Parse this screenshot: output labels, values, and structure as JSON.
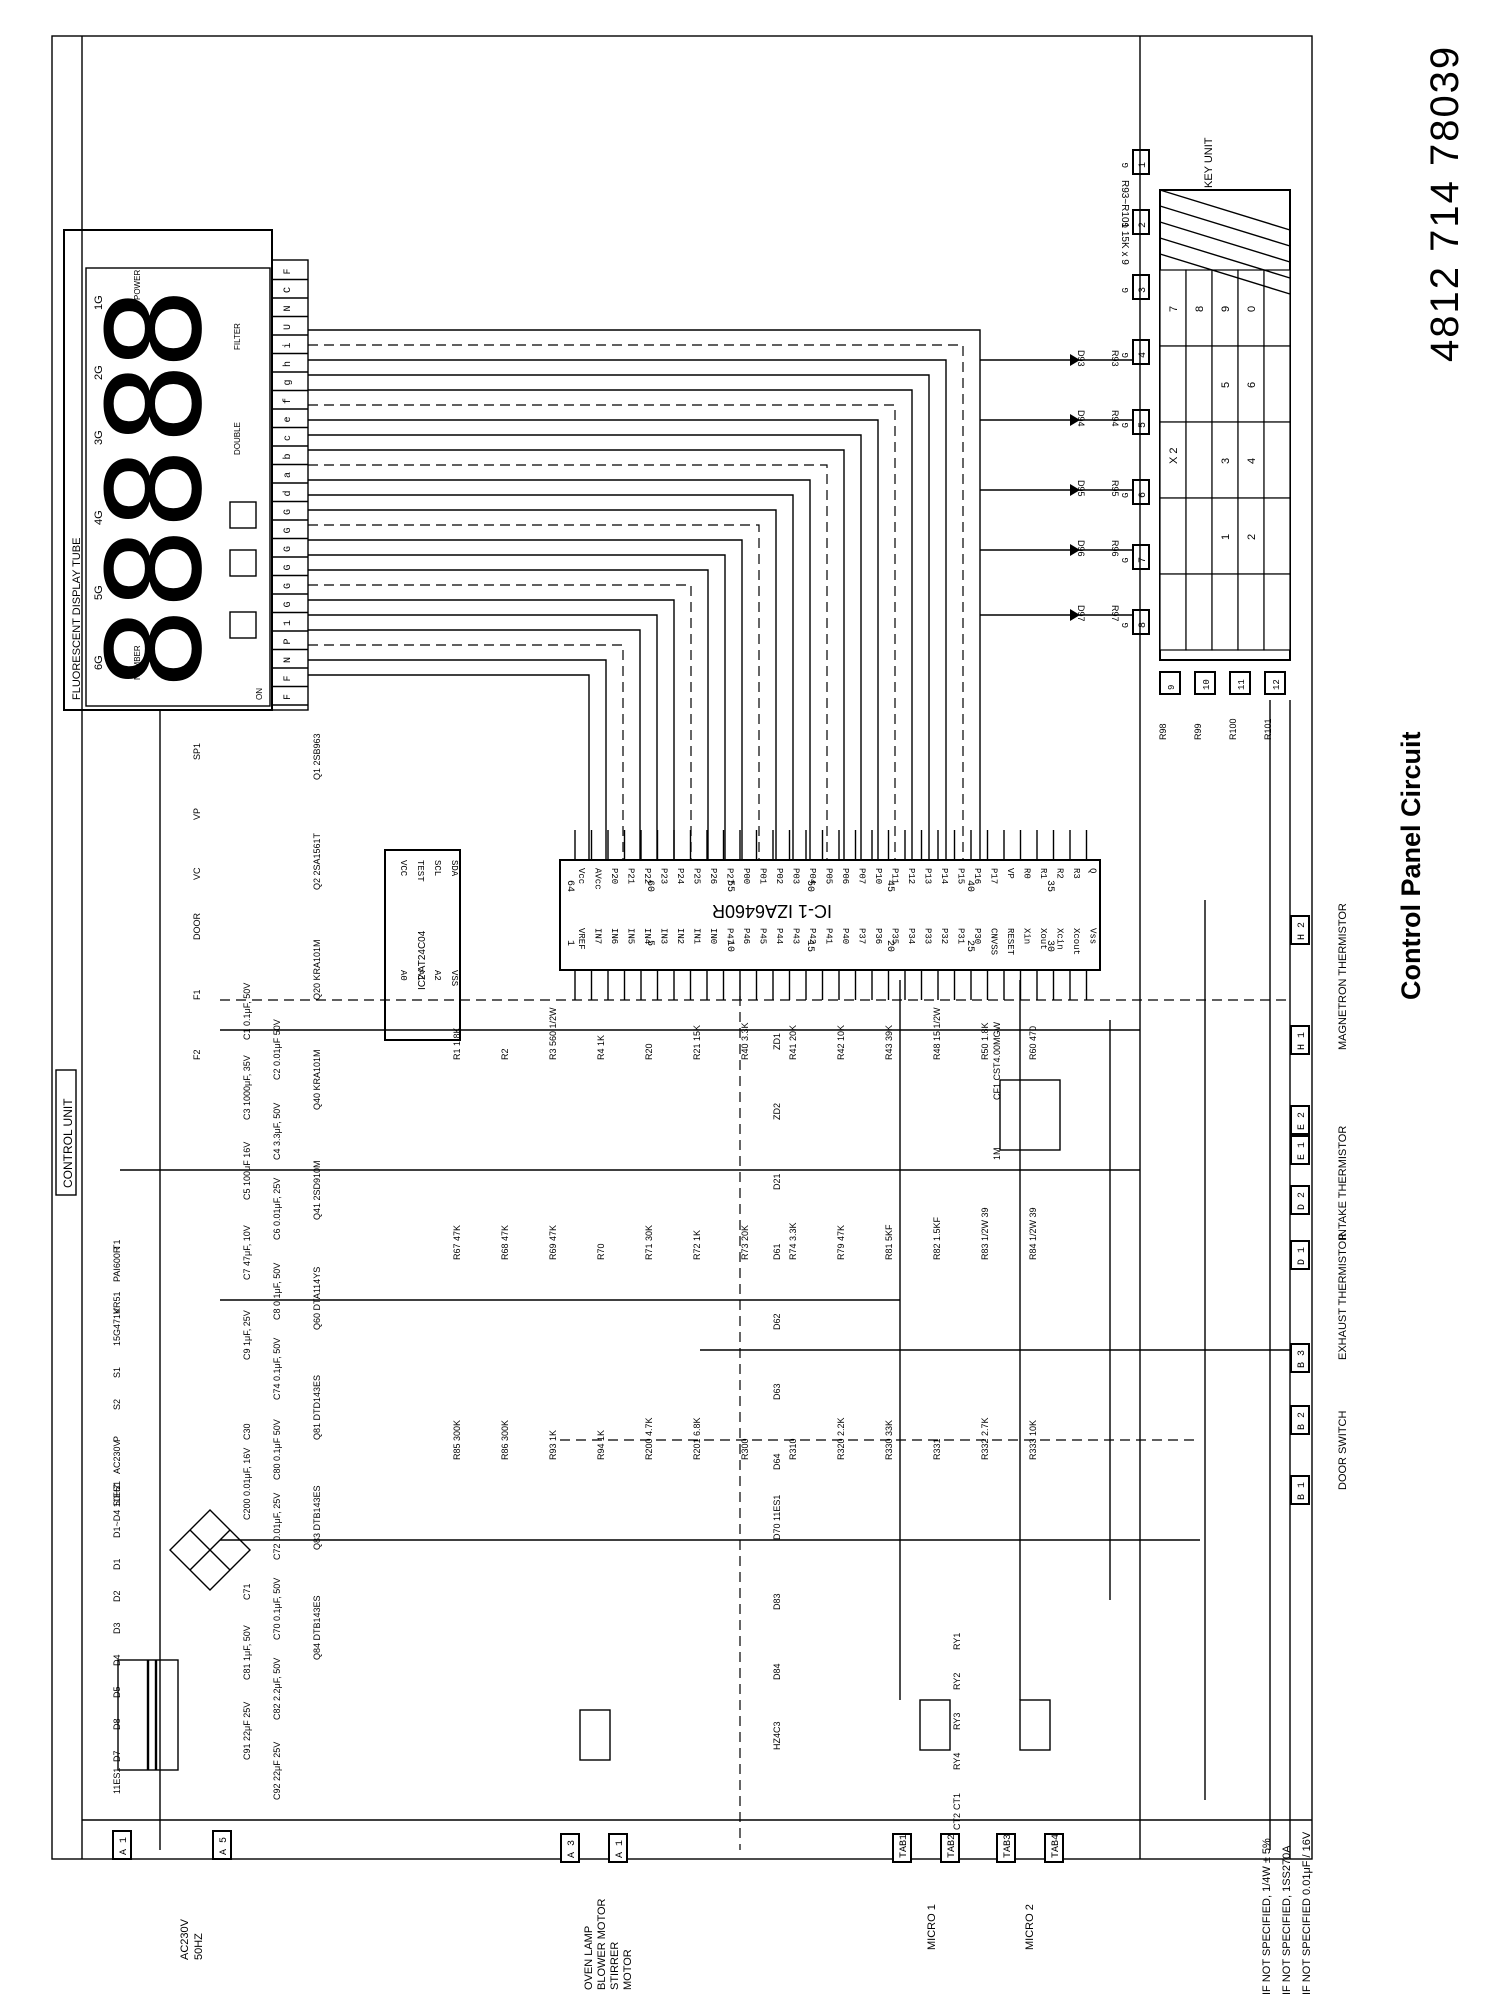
{
  "document": {
    "title": "Control Panel Circuit",
    "part_number": "4812 714 78039",
    "control_unit_label": "CONTROL UNIT",
    "key_unit_label": "KEY UNIT",
    "display_label": "FLUORESCENT DISPLAY TUBE"
  },
  "display": {
    "grids": [
      "1G",
      "2G",
      "3G",
      "4G",
      "5G",
      "6G"
    ],
    "words": [
      "POWER",
      "FILTER",
      "DOUBLE",
      "NUMBER",
      "ON"
    ],
    "pins": [
      "F",
      "F",
      "N",
      "P",
      "1",
      "G",
      "G",
      "G",
      "G",
      "G",
      "G",
      "d",
      "a",
      "b",
      "c",
      "e",
      "f",
      "g",
      "h",
      "i",
      "U",
      "N",
      "C",
      "F"
    ]
  },
  "ic": {
    "name": "IC-1  IZA6460R",
    "top_pins": [
      "Vcc",
      "AVcc",
      "P20",
      "P21",
      "P22",
      "P23",
      "P24",
      "P25",
      "P26",
      "P27",
      "P00",
      "P01",
      "P02",
      "P03",
      "P04",
      "P05",
      "P06",
      "P07",
      "P10",
      "P11",
      "P12",
      "P13",
      "P14",
      "P15",
      "P16",
      "P17",
      "VP",
      "R0",
      "R1",
      "R2",
      "R3",
      "Q"
    ],
    "bottom_pins": [
      "VREF",
      "IN7",
      "IN6",
      "IN5",
      "IN4",
      "IN3",
      "IN2",
      "IN1",
      "IN0",
      "P47",
      "P46",
      "P45",
      "P44",
      "P43",
      "P42",
      "P41",
      "P40",
      "P37",
      "P36",
      "P35",
      "P34",
      "P33",
      "P32",
      "P31",
      "P30",
      "CNVSS",
      "RESET",
      "Xin",
      "Xout",
      "Xcin",
      "Xcout",
      "Vss"
    ],
    "pin_numbers": [
      "64",
      "60",
      "55",
      "50",
      "45",
      "40",
      "35",
      "1",
      "5",
      "10",
      "15",
      "20",
      "25",
      "30"
    ]
  },
  "eeprom": {
    "name": "IC2  AT24C04",
    "pins": [
      "VCC",
      "TEST",
      "SCL",
      "SDA",
      "A0",
      "A1",
      "A2",
      "VSS"
    ]
  },
  "keypad": {
    "connectors": [
      "1",
      "2",
      "3",
      "4",
      "5",
      "6",
      "7",
      "8",
      "9",
      "10",
      "11",
      "12"
    ],
    "connector_prefix": "G",
    "resistor_array": "R93~R101  15K x 9",
    "diodes": [
      "D93",
      "D94",
      "D95",
      "D96",
      "D97"
    ],
    "resistors": [
      "R93",
      "R94",
      "R95",
      "R96",
      "R97"
    ],
    "keys": [
      [
        "7",
        "8",
        "9",
        "0",
        ""
      ],
      [
        "",
        "",
        "5",
        "6",
        ""
      ],
      [
        "X 2",
        "",
        "3",
        "4",
        ""
      ],
      [
        "",
        "",
        "1",
        "2",
        ""
      ],
      [
        "",
        "",
        "",
        "",
        ""
      ]
    ],
    "bottom_resistors": [
      "R98",
      "R99",
      "R100",
      "R101"
    ]
  },
  "components": {
    "power": [
      "T1",
      "PAI600R",
      "VR51",
      "15G471K",
      "S1",
      "S2",
      "P",
      "AC230V",
      "50HZ",
      "D1~D4 11ES1",
      "D1",
      "D2",
      "D3",
      "D4",
      "D5",
      "D8",
      "D7",
      "11ES1"
    ],
    "caps": [
      "C1 0.1μF, 50V",
      "C2 0.01μF 50V",
      "C3 1000μF, 35V",
      "C4 3.3μF, 50V",
      "C5 100μF 16V",
      "C6 0.01μF, 25V",
      "C7 47μF, 10V",
      "C8 0.1μF, 50V",
      "C9 1μF, 25V",
      "C74 0.1μF, 50V",
      "C30",
      "C80 0.1μF 50V",
      "C200 0.01μF, 16V",
      "C72 0.01μF, 25V",
      "C71",
      "C70 0.1μF, 50V",
      "C81 1μF, 50V",
      "C82 2.2μF, 50V",
      "C91 22μF 25V",
      "C92 22μF 25V"
    ],
    "transistors": [
      "Q1 2SB963",
      "Q2 2SA1561T",
      "Q20 KRA101M",
      "Q40 KRA101M",
      "Q41 2SD910M",
      "Q60 DTA114YS",
      "Q81 DTD143ES",
      "Q83 DTB143ES",
      "Q84 DTB143ES"
    ],
    "resistors": [
      "R1 1.8K",
      "R2",
      "R3 560 1/2W",
      "R4 1K",
      "R20",
      "R21 15K",
      "R40 3.3K",
      "R41 20K",
      "R42 10K",
      "R43 39K",
      "R48 15 1/2W",
      "R50 1.8K",
      "R60 470",
      "R67 47K",
      "R68 47K",
      "R69 47K",
      "R70",
      "R71 30K",
      "R72 1K",
      "R73 20K",
      "R74 3.3K",
      "R79 47K",
      "R81 5KF",
      "R82 1.5KF",
      "R83 1/2W 39",
      "R84 1/2W 39",
      "R85 300K",
      "R86 300K",
      "R93 1K",
      "R94 1K",
      "R200 4.7K",
      "R201 6.8K",
      "R300",
      "R310",
      "R320 2.2K",
      "R330 33K",
      "R331",
      "R332 2.7K",
      "R333 10K"
    ],
    "diodes": [
      "ZD1",
      "ZD2",
      "D21",
      "D61",
      "D62",
      "D63",
      "D64",
      "D70 11ES1",
      "D83",
      "D84",
      "HZ4C3"
    ],
    "crystals": [
      "CF1 CST4.00MGW",
      "1M"
    ],
    "relays": [
      "RY1",
      "RY2",
      "RY3",
      "RY4",
      "CT1",
      "CT2"
    ],
    "misc": [
      "SP1",
      "VP",
      "VC",
      "DOOR",
      "F1",
      "F2"
    ]
  },
  "connectors": {
    "left": [
      "A 1",
      "A 5"
    ],
    "bottom": [
      "A 3",
      "A 1",
      "TAB1",
      "TAB2",
      "TAB3",
      "TAB4"
    ],
    "right": [
      "B 1",
      "B 2",
      "B 3",
      "D 1",
      "D 2",
      "E 1",
      "E 2",
      "H 1",
      "H 2"
    ]
  },
  "loads": {
    "lamp_motor": [
      "OVEN LAMP",
      "BLOWER MOTOR",
      "STIRRER",
      "MOTOR"
    ],
    "micro1": "MICRO 1",
    "micro2": "MICRO 2"
  },
  "sensors": {
    "exhaust": "EXHAUST THERMISTOR",
    "door": "DOOR SWITCH",
    "intake": "INTAKE THERMISTOR",
    "magnetron": "MAGNETRON THERMISTOR"
  },
  "notes": [
    "IF NOT SPECIFIED, 1/4W ± 5%",
    "IF NOT SPECIFIED, 1SS270A",
    "IF NOT SPECIFIED 0.01μF / 16V"
  ]
}
